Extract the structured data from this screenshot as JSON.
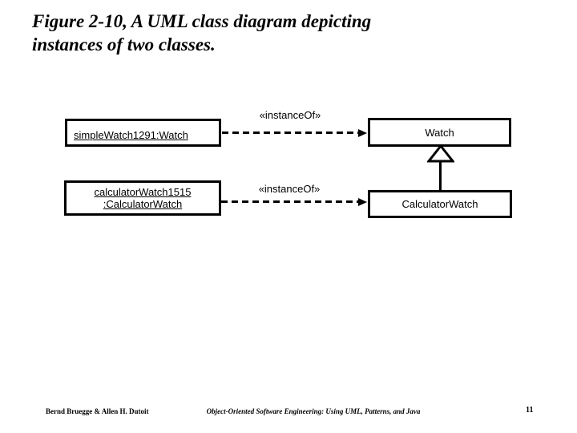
{
  "slide": {
    "title_line1": "Figure 2-10, A UML class diagram depicting",
    "title_line2": "instances of two classes."
  },
  "diagram": {
    "instances": [
      {
        "name": "simpleWatch1291:Watch"
      },
      {
        "name_line1": "calculatorWatch1515",
        "name_line2": ":CalculatorWatch"
      }
    ],
    "classes": [
      {
        "name": "Watch"
      },
      {
        "name": "CalculatorWatch"
      }
    ],
    "relations": [
      {
        "stereotype": "«instanceOf»"
      },
      {
        "stereotype": "«instanceOf»"
      }
    ]
  },
  "footer": {
    "authors": "Bernd Bruegge & Allen H. Dutoit",
    "book_title": "Object-Oriented Software Engineering: Using UML, Patterns, and Java",
    "page_number": "11"
  },
  "colors": {
    "background": "#ffffff",
    "line": "#000000",
    "box_fill": "#ffffff",
    "text": "#000000"
  }
}
